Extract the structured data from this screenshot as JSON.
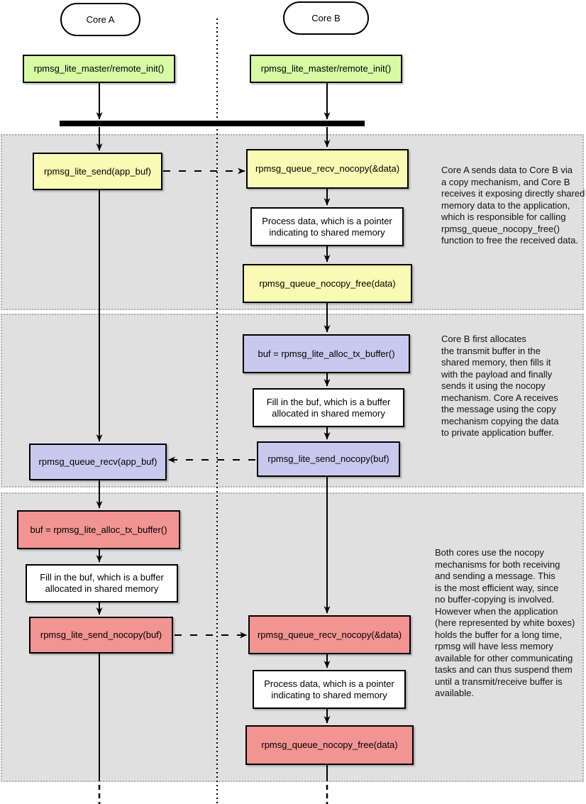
{
  "actors": {
    "core_a": "Core A",
    "core_b": "Core B"
  },
  "init_boxes": {
    "core_a": "rpmsg_lite_master/remote_init()",
    "core_b": "rpmsg_lite_master/remote_init()"
  },
  "sections": [
    {
      "core_a": {
        "send": "rpmsg_lite_send(app_buf)"
      },
      "core_b": {
        "recv_nocopy": "rpmsg_queue_recv_nocopy(&data)",
        "process": "Process data, which is a pointer\nindicating to shared memory",
        "free": "rpmsg_queue_nocopy_free(data)"
      },
      "description": "Core A sends data to Core B via\na copy mechanism, and Core B\nreceives it exposing directly shared\nmemory data to the application,\nwhich is responsible for calling\nrpmsg_queue_nocopy_free()\nfunction to free the received data."
    },
    {
      "core_a": {
        "recv": "rpmsg_queue_recv(app_buf)"
      },
      "core_b": {
        "alloc": "buf = rpmsg_lite_alloc_tx_buffer()",
        "fill": "Fill in the buf, which is a buffer\nallocated in shared memory",
        "send_nocopy": "rpmsg_lite_send_nocopy(buf)"
      },
      "description": "Core B first allocates\nthe transmit buffer in the\nshared memory, then fills it\nwith the payload and finally\nsends it using the nocopy\nmechanism. Core A receives\nthe message using the copy\nmechanism copying the data\nto private application buffer."
    },
    {
      "core_a": {
        "alloc": "buf = rpmsg_lite_alloc_tx_buffer()",
        "fill": "Fill in the buf, which is a buffer\nallocated in shared memory",
        "send_nocopy": "rpmsg_lite_send_nocopy(buf)"
      },
      "core_b": {
        "recv_nocopy": "rpmsg_queue_recv_nocopy(&data)",
        "process": "Process data, which is a pointer\nindicating to shared memory",
        "free": "rpmsg_queue_nocopy_free(data)"
      },
      "description": "Both cores use the nocopy\nmechanisms for both receiving\nand sending a message. This\nis the most efficient way, since\nno buffer-copying is involved.\nHowever when the application\n(here represented by white boxes)\nholds the buffer for a long time,\nrpmsg will have less memory\navailable for other communicating\ntasks and can thus suspend them\nuntil a transmit/receive buffer is\navailable."
    }
  ],
  "colors": {
    "green": "#d6fba4",
    "yellow": "#fafab4",
    "lavender": "#c9c9f0",
    "red": "#f29492",
    "section_bg": "#e0e0e0",
    "line": "#000000"
  }
}
